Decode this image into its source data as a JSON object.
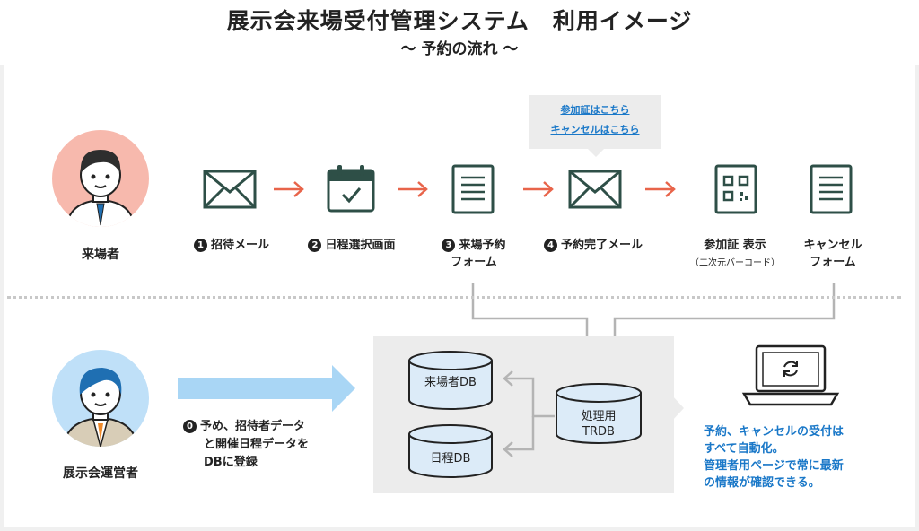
{
  "header": {
    "title": "展示会来場受付管理システム　利用イメージ",
    "subtitle": "〜 予約の流れ 〜"
  },
  "actors": {
    "visitor": "来場者",
    "operator": "展示会運営者"
  },
  "flow": {
    "step1": {
      "num": "1",
      "label": "招待メール"
    },
    "step2": {
      "num": "2",
      "label": "日程選択画面"
    },
    "step3": {
      "num": "3",
      "label1": "来場予約",
      "label2": "フォーム"
    },
    "step4": {
      "num": "4",
      "label": "予約完了メール"
    },
    "pass": {
      "label1": "参加証 表示",
      "label2": "（二次元バーコード）"
    },
    "cancel": {
      "label1": "キャンセル",
      "label2": "フォーム"
    }
  },
  "popup": {
    "link1": "参加証はこちら",
    "link2": "キャンセルはこちら"
  },
  "register": {
    "num": "0",
    "line1": "予め、招待者データ",
    "line2": "と開催日程データを",
    "line3": "DBに登録"
  },
  "db": {
    "visitor_db": "来場者DB",
    "schedule_db": "日程DB",
    "processing_db_line1": "処理用",
    "processing_db_line2": "TRDB"
  },
  "note": {
    "line1": "予約、キャンセルの受付は",
    "line2": "すべて自動化。",
    "line3": "管理者用ページで常に最新",
    "line4": "の情報が確認できる。"
  },
  "colors": {
    "accent_arrow": "#e8644a",
    "icon_green": "#2e4f47",
    "link_blue": "#1a78c8",
    "db_fill": "#dcebf8",
    "big_arrow": "#a9d6f5",
    "visitor_bg": "#f7b9ad",
    "operator_bg": "#bfe0f8"
  }
}
